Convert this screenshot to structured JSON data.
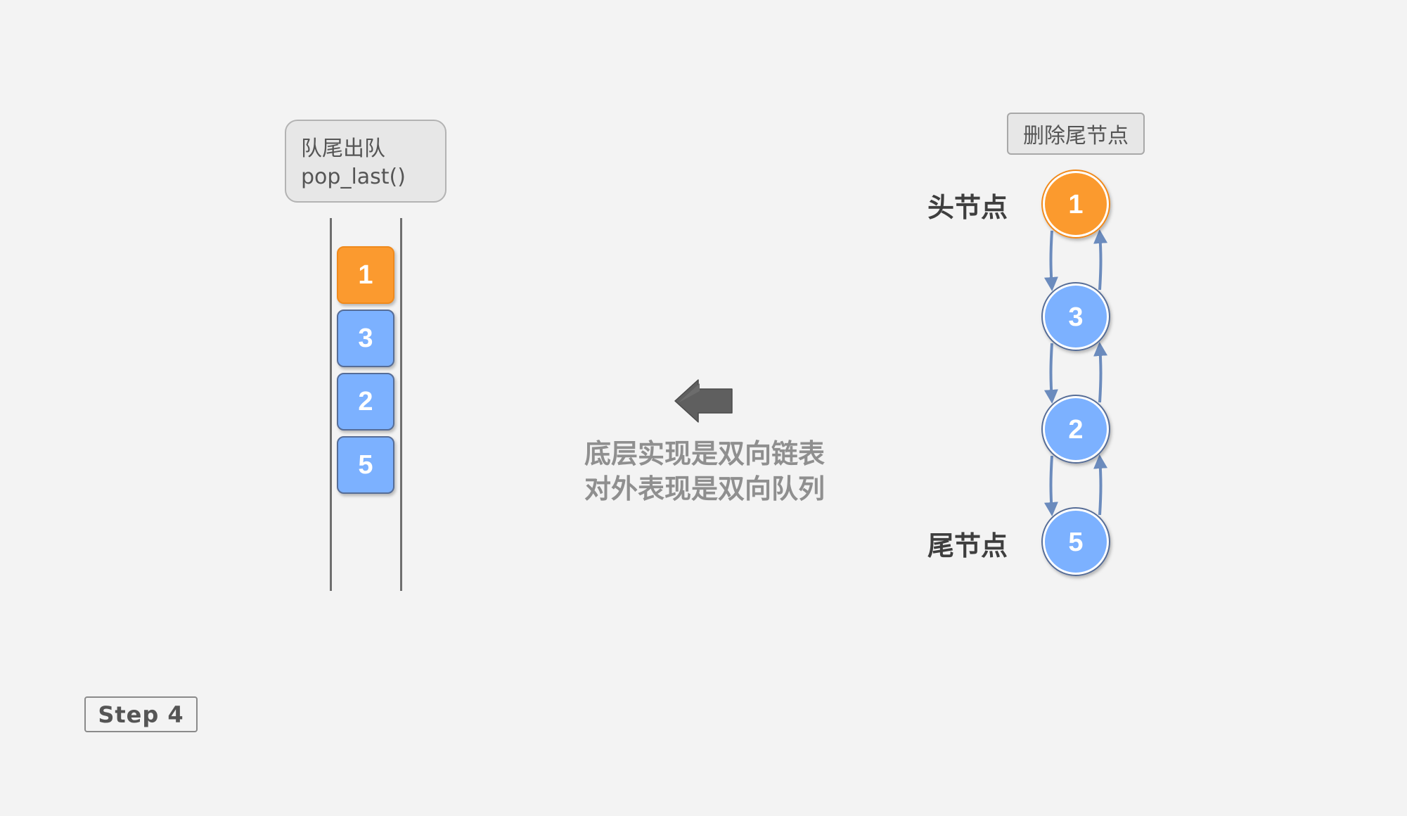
{
  "deque": {
    "operation_label": [
      "队尾出队",
      "pop_last()"
    ],
    "cells": [
      {
        "value": "1",
        "style": "orange"
      },
      {
        "value": "3",
        "style": "blue"
      },
      {
        "value": "2",
        "style": "blue"
      },
      {
        "value": "5",
        "style": "blue"
      }
    ]
  },
  "caption": {
    "line1": "底层实现是双向链表",
    "line2": "对外表现是双向队列"
  },
  "linked_list": {
    "operation_tag": "删除尾节点",
    "head_label": "头节点",
    "tail_label": "尾节点",
    "nodes": [
      {
        "value": "1",
        "style": "orange"
      },
      {
        "value": "3",
        "style": "blue"
      },
      {
        "value": "2",
        "style": "blue"
      },
      {
        "value": "5",
        "style": "blue"
      }
    ]
  },
  "step": {
    "label": "Step 4"
  },
  "colors": {
    "orange_fill": "#fb9a2f",
    "blue_fill": "#7cb1ff",
    "blue_border": "#566d97",
    "link_arrow": "#6b8bbd",
    "pointer_arrow": "#5f5f5f",
    "background": "#f3f3f3"
  },
  "icons": {
    "direction": "left-arrow-icon"
  }
}
